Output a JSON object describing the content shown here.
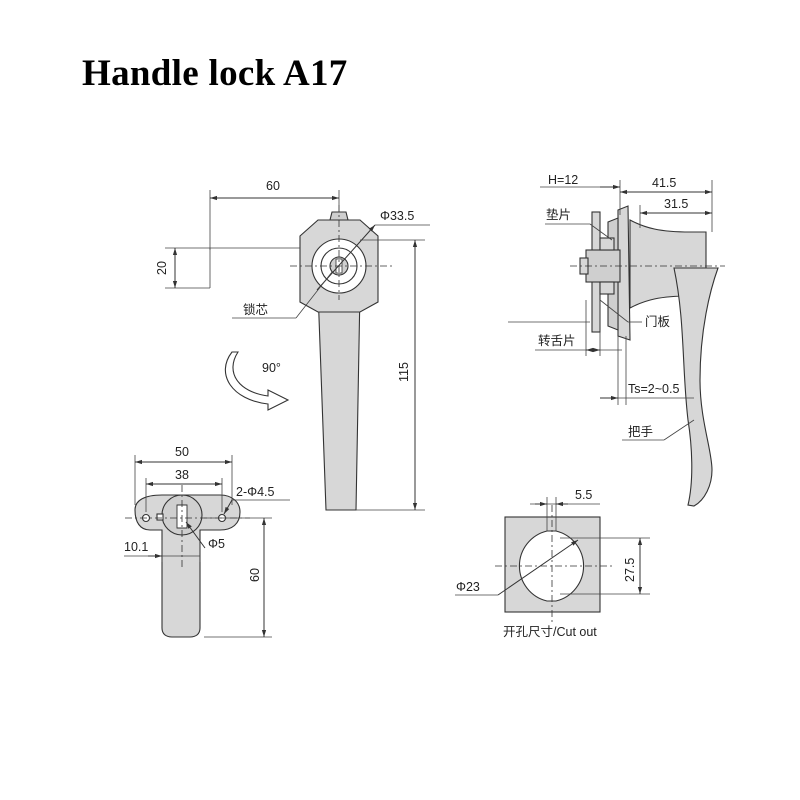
{
  "title": "Handle lock A17",
  "front_view": {
    "dim_width": "60",
    "dim_height": "20",
    "dim_diameter": "Φ33.5",
    "dim_length": "115",
    "label_core": "锁芯",
    "rotation": "90°"
  },
  "side_view": {
    "dim_h": "H=12",
    "dim_415": "41.5",
    "dim_315": "31.5",
    "label_washer": "垫片",
    "label_door": "门板",
    "label_tongue": "转舌片",
    "dim_ts": "Ts=2~0.5",
    "label_handle": "把手"
  },
  "back_view": {
    "dim_50": "50",
    "dim_38": "38",
    "dim_holes": "2-Φ4.5",
    "dim_101": "10.1",
    "dim_phi5": "Φ5",
    "dim_60": "60"
  },
  "cutout_view": {
    "dim_55": "5.5",
    "dim_275": "27.5",
    "dim_phi23": "Φ23",
    "caption": "开孔尺寸/Cut out"
  }
}
